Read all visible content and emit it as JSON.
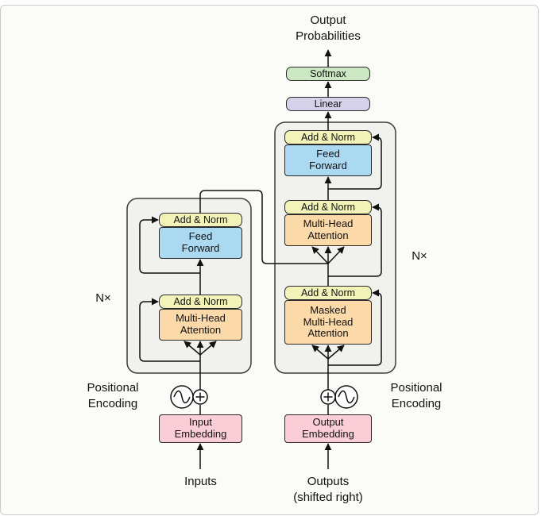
{
  "diagram": {
    "title": "Output\nProbabilities",
    "blocks": {
      "softmax": "Softmax",
      "linear": "Linear",
      "add_norm": "Add & Norm",
      "feed_forward": "Feed\nForward",
      "multi_head_attention": "Multi-Head\nAttention",
      "masked_multi_head_attention": "Masked\nMulti-Head\nAttention",
      "input_embedding": "Input\nEmbedding",
      "output_embedding": "Output\nEmbedding"
    },
    "labels": {
      "n_times_left": "N×",
      "n_times_right": "N×",
      "positional_encoding": "Positional\nEncoding",
      "inputs": "Inputs",
      "outputs": "Outputs\n(shifted right)"
    },
    "colors": {
      "add_norm": "#f1f3b9",
      "feed_forward": "#abd9f2",
      "attention": "#fbd9a8",
      "softmax": "#cbe8c3",
      "linear": "#d6d2ea",
      "embedding": "#facdd7",
      "stack_background": "#f1f1ee",
      "line": "#111111"
    }
  }
}
